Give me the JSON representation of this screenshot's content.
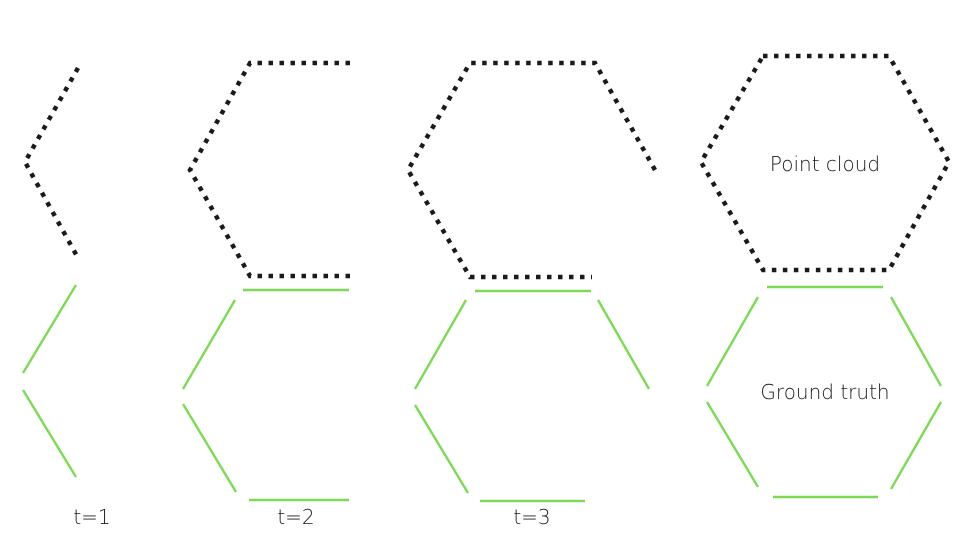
{
  "labels": {
    "point_cloud": "Point cloud",
    "ground_truth": "Ground truth"
  },
  "frames": [
    {
      "label": "t=1"
    },
    {
      "label": "t=2"
    },
    {
      "label": "t=3"
    }
  ],
  "colors": {
    "point_cloud": "#1a1a1a",
    "ground_truth": "#7ed957"
  }
}
